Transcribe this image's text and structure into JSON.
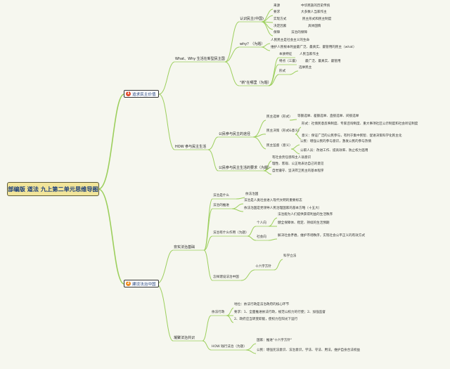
{
  "root": "部编版 道法 九上第二单元思维导图",
  "b1": {
    "num": "1",
    "label": "追求民主价值",
    "ww": "What、Why 生活在新型民主国",
    "rs": {
      "label": "认识民主(中国)",
      "items": [
        [
          "来源",
          "中华民族的历史传统"
        ],
        [
          "要求",
          "大多数人当家作主"
        ],
        [
          "实现方式",
          "民主形式和民主制度"
        ],
        [
          "决定因素",
          "具体国情"
        ],
        [
          "保障",
          "法治的保障"
        ]
      ]
    },
    "why": {
      "label": "why？（为题）",
      "a": "人民民主是社会主义的生命",
      "b": "维护人民根本利益最广泛、最真实、最管用的民主（what）"
    },
    "xin": {
      "label": "\"新\"在哪里（为题）",
      "tz": "本质特征",
      "tz_v": "人民当家作主",
      "tx": "特点（三最）",
      "tx_v": "最广泛、最真实、最管用",
      "xs": "形式",
      "xs_v": "选举民主"
    },
    "how": "HOW 参与民主生活",
    "tj": {
      "label": "公民参与民主的途径",
      "xj": "民主选举（形式）",
      "xj_v": "等额选举、差额选举、直接选举、间接选举",
      "jc": "民主决策（形式&意义）",
      "jc_v1": "形式：社情民意反映制度、专家咨询制度、重大事项社区公示制度和社会听证制度",
      "jc_v2": "意义：保证广泛的公民参与，有利于集中民智、促进决策科学化民主化",
      "jd": "民主监督（意义）",
      "jd_v1": "公民：增强公民的参与意识，激发公民的参与热情",
      "jd_v2": "公职人员：改进工作、提高效率、防止权力滥用"
    },
    "yq": {
      "label": "公民参与民主生活的要求（为题）",
      "a": "有社会责任感和主人翁意识",
      "b": "理性、客观、公正地表达自己的意见",
      "c": "自觉遵守、坚决捍卫民主的基本程序"
    }
  },
  "b2": {
    "num": "2",
    "label": "建设法治中国",
    "jc": "夯实法治基础",
    "ss": "法治是什么",
    "ss_v": "依法治国",
    "jg": "法治的推进",
    "jg_a": "法治是人类社会进入现代文明的重要标志",
    "jg_b": "依法治国是党领导人民治理国家的基本方略（十五大）",
    "zy": "法治有什么作用（为题）",
    "gr": "个人向",
    "gr_a": "法治能为人们提供获得利益的生活秩序",
    "gr_b": "健全保障体、稳定、持续的生活预期",
    "sh": "社会向",
    "sh_a": "解决社会矛盾，维护市场秩序，实现社会公平正义的有效方式",
    "zm": "怎样建设法治中国",
    "sz": "十六字方针",
    "sz_v": "科学立法",
    "fz": "凝聚法治共识",
    "yf": "依法行政",
    "yf_a": "地位：依法行政是法治政府的核心环节",
    "yf_b": "要求：1、全面推进依法行政，规范公权力的行使；2、加强监督",
    "yf_c": "2、政府应当转变职能，使权力在阳光下运行",
    "hw": "HOW 践行法治（为题）",
    "hw_a": "国家：推进\"十六字方针\"",
    "hw_b": "公民：增强宪法意识、法治意识，学法、守法、用法，维护自身合法权益"
  }
}
